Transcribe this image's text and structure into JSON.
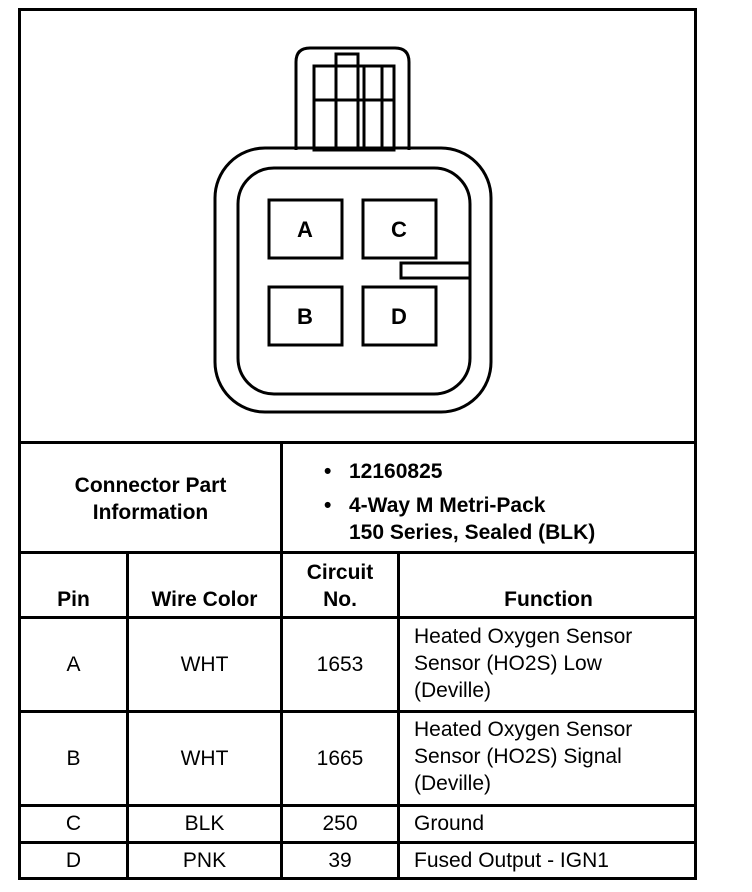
{
  "connector": {
    "pins": [
      "A",
      "C",
      "B",
      "D"
    ]
  },
  "part_info": {
    "label_line1": "Connector Part",
    "label_line2": "Information",
    "bullet": "•",
    "part_number": "12160825",
    "desc_line1": "4-Way M Metri-Pack",
    "desc_line2": "150 Series, Sealed (BLK)"
  },
  "table": {
    "headers": {
      "pin": "Pin",
      "wire_color": "Wire Color",
      "circuit_line1": "Circuit",
      "circuit_line2": "No.",
      "function": "Function"
    },
    "rows": [
      {
        "pin": "A",
        "wire": "WHT",
        "circuit": "1653",
        "function": [
          "Heated Oxygen Sensor",
          "Sensor (HO2S) Low",
          "(Deville)"
        ]
      },
      {
        "pin": "B",
        "wire": "WHT",
        "circuit": "1665",
        "function": [
          "Heated Oxygen Sensor",
          "Sensor (HO2S) Signal",
          "(Deville)"
        ]
      },
      {
        "pin": "C",
        "wire": "BLK",
        "circuit": "250",
        "function": [
          "Ground"
        ]
      },
      {
        "pin": "D",
        "wire": "PNK",
        "circuit": "39",
        "function": [
          "Fused Output - IGN1"
        ]
      }
    ]
  }
}
